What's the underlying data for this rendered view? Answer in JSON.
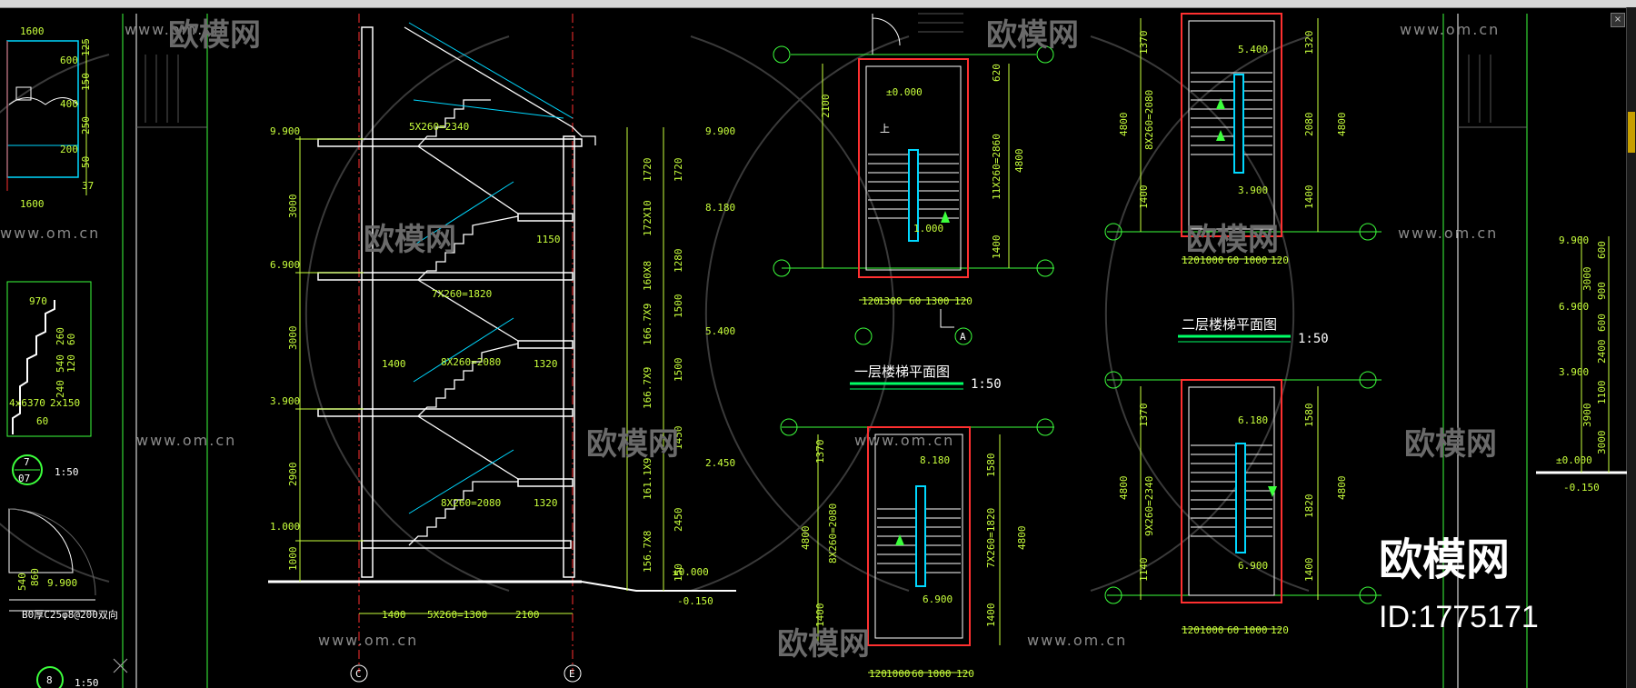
{
  "watermark": {
    "url": "www.om.cn",
    "brand": "欧模网",
    "id_label": "ID:1775171"
  },
  "drawing": {
    "titles": {
      "plan1": "一层楼梯平面图",
      "plan2": "二层楼梯平面图",
      "scale": "1:50"
    },
    "detail7": {
      "number": "7",
      "sheet": "07",
      "scale": "1:50"
    },
    "detail8": {
      "number": "8",
      "scale": "1:50"
    },
    "axis_labels": [
      "C",
      "E",
      "A"
    ],
    "section_levels": [
      "9.900",
      "6.900",
      "3.900",
      "1.000",
      "±0.000",
      "-0.150"
    ],
    "section_right_levels": [
      "9.900",
      "8.180",
      "5.400",
      "2.450"
    ],
    "section_dims_left": [
      "3000",
      "3000",
      "2900",
      "1000"
    ],
    "section_dims_bottom": [
      "1400",
      "5X260=1300",
      "2100"
    ],
    "section_flights": [
      "5X260=2340",
      "7X260=1820",
      "8X260=2080",
      "8X260=2080"
    ],
    "section_landings": [
      "1150",
      "1320",
      "1320",
      "1400"
    ],
    "section_right_dims": [
      "1720",
      "172X10",
      "1720",
      "8.180",
      "1280",
      "160X8",
      "1500",
      "166.7X9",
      "1500",
      "166.7X9",
      "1450",
      "161.1X9",
      "2450",
      "156.7X8",
      "150"
    ],
    "plan1_levels": [
      "±0.000",
      "1.000"
    ],
    "plan1_dims": [
      "2100",
      "620",
      "11X260=2860",
      "4800",
      "1400",
      "120",
      "1300",
      "60",
      "1300",
      "120"
    ],
    "plan2_levels": [
      "5.400",
      "3.900"
    ],
    "plan2_dims": [
      "1370",
      "8X260=2080",
      "1400",
      "4800",
      "1320",
      "2080",
      "1400",
      "4800"
    ],
    "plan2_bottom": [
      "120",
      "1000",
      "60",
      "1000",
      "120"
    ],
    "plan3_levels": [
      "8.180",
      "6.900"
    ],
    "plan3_dims": [
      "1370",
      "8X260=2080",
      "1400",
      "4800",
      "1580",
      "7X260=1820",
      "1400"
    ],
    "plan4_levels": [
      "6.180",
      "6.900"
    ],
    "plan4_dims": [
      "1370",
      "9X260=2340",
      "1140",
      "4800",
      "1580",
      "1820",
      "1400",
      "4800"
    ],
    "left_detail_dims": [
      "1600",
      "600",
      "400",
      "200",
      "37",
      "125",
      "150",
      "250",
      "50",
      "1600"
    ],
    "left_detail2_dims": [
      "970",
      "260",
      "540",
      "60",
      "120",
      "240",
      "4x6",
      "370",
      "2x150",
      "60"
    ],
    "left_detail3_text": [
      "B0厚C25φ8@200双向",
      "9.900",
      "540",
      "860"
    ],
    "right_col_dims": [
      "9.900",
      "6.900",
      "3.900",
      "±0.000",
      "-0.150",
      "600",
      "3000",
      "900",
      "600",
      "2400",
      "1100",
      "3900",
      "3000"
    ]
  },
  "colors": {
    "background": "#000000",
    "dimension": "#c8ff3c",
    "wall": "#ff3030",
    "axis": "#3cff3c",
    "stair": "#ffffff",
    "handrail": "#00d8ff",
    "highlight": "#00ff66"
  }
}
